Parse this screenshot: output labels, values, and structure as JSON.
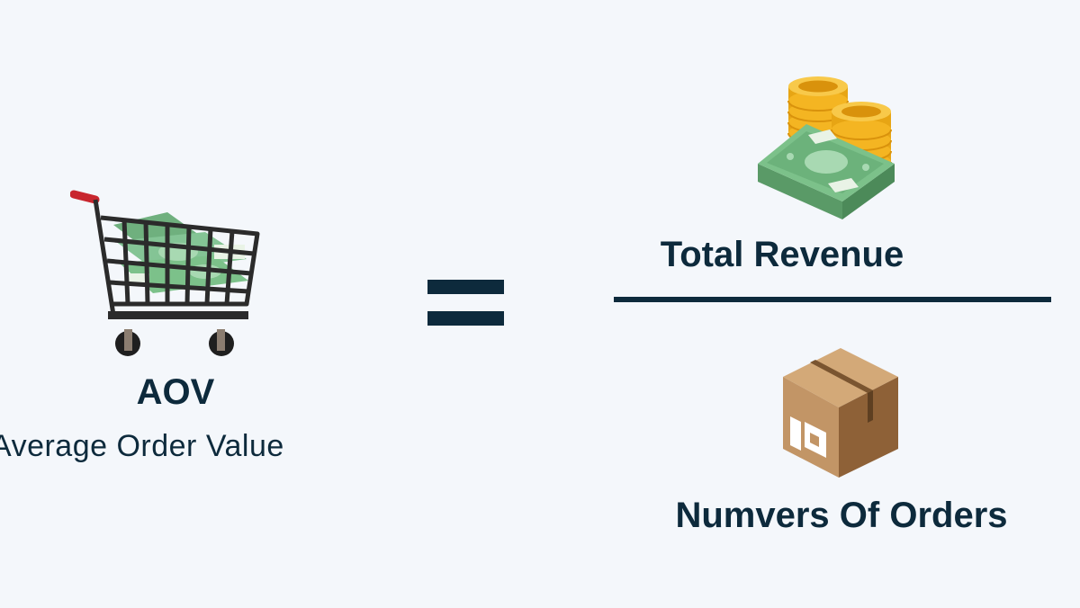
{
  "left": {
    "abbr": "AOV",
    "full": "Average Order Value",
    "icon": "shopping-cart-with-cash-icon"
  },
  "equals": "=",
  "fraction": {
    "numerator": "Total Revenue",
    "denominator": "Numvers Of Orders",
    "numerator_icon": "cash-and-coins-icon",
    "denominator_icon": "cardboard-box-icon"
  },
  "colors": {
    "background": "#f4f7fb",
    "text": "#0d2a3c",
    "cash_green": "#7cc18a",
    "coin_gold": "#f4b522",
    "box_brown": "#c29566",
    "cart_handle_red": "#c8262e"
  }
}
